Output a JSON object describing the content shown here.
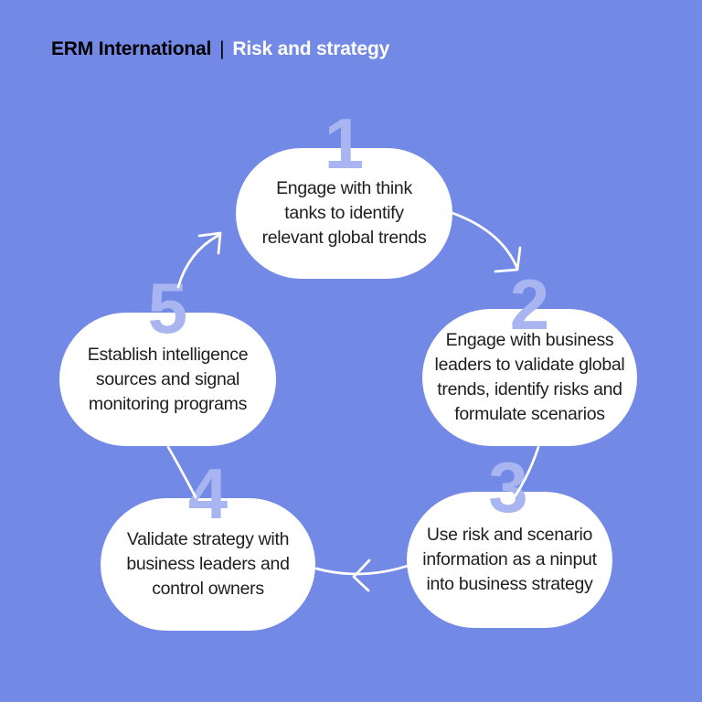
{
  "header": {
    "brand": "ERM International",
    "separator": "|",
    "title": "Risk and strategy"
  },
  "colors": {
    "background": "#7289E6",
    "bubble": "#FFFFFF",
    "step_number": "#A9B5F0",
    "bubble_text": "#1E1E1E",
    "brand_text": "#000000",
    "title_text": "#FFFFFF",
    "arrow": "#FFFFFF"
  },
  "diagram": {
    "type": "cycle",
    "direction": "clockwise",
    "steps": [
      {
        "number": "1",
        "text": "Engage with think\ntanks to identify\nrelevant global trends"
      },
      {
        "number": "2",
        "text": "Engage with business\nleaders to validate global\ntrends, identify risks and\nformulate scenarios"
      },
      {
        "number": "3",
        "text": "Use risk and scenario\ninformation as a ninput\ninto business strategy"
      },
      {
        "number": "4",
        "text": "Validate strategy with\nbusiness leaders and\ncontrol owners"
      },
      {
        "number": "5",
        "text": "Establish intelligence\nsources and signal\nmonitoring programs"
      }
    ],
    "arrows": [
      {
        "from": "1",
        "to": "2",
        "arrowhead": true
      },
      {
        "from": "2",
        "to": "3",
        "arrowhead": false
      },
      {
        "from": "3",
        "to": "4",
        "arrowhead": true
      },
      {
        "from": "4",
        "to": "5",
        "arrowhead": false
      },
      {
        "from": "5",
        "to": "1",
        "arrowhead": true
      }
    ]
  }
}
